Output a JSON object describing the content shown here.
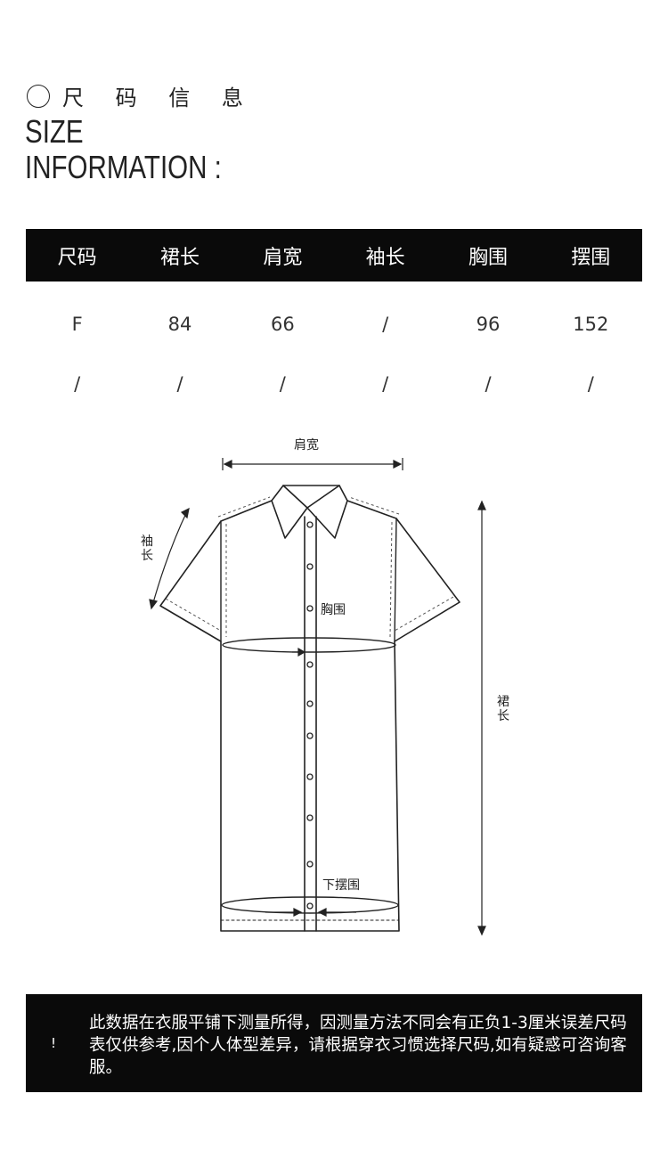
{
  "header": {
    "title_cn": "尺 码 信 息",
    "title_en_line1": "SIZE",
    "title_en_line2": "INFORMATION :"
  },
  "table": {
    "headers": [
      "尺码",
      "裙长",
      "肩宽",
      "袖长",
      "胸围",
      "摆围"
    ],
    "rows": [
      [
        "F",
        "84",
        "66",
        "/",
        "96",
        "152"
      ],
      [
        "/",
        "/",
        "/",
        "/",
        "/",
        "/"
      ]
    ]
  },
  "diagram": {
    "shoulder_label": "肩宽",
    "sleeve_label": "袖长",
    "chest_label": "胸围",
    "hem_label": "下摆围",
    "length_label": "裙长"
  },
  "notice": {
    "mark": "!",
    "text": "此数据在衣服平铺下测量所得，因测量方法不同会有正负1-3厘米误差尺码表仅供参考,因个人体型差异，请根据穿衣习惯选择尺码,如有疑惑可咨询客服。"
  }
}
